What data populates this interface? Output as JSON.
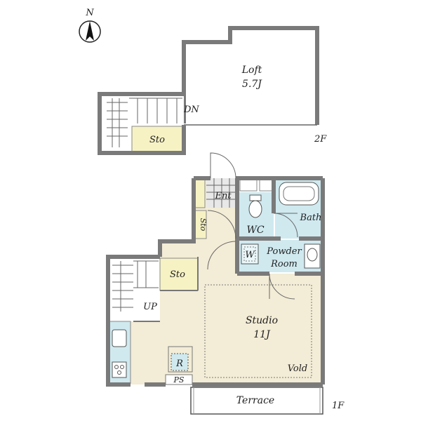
{
  "compass": {
    "letter": "N"
  },
  "floor2": {
    "floor_label": "2F",
    "loft_name": "Loft",
    "loft_size": "5.7J",
    "stairs_label": "DN",
    "storage_label": "Sto"
  },
  "floor1": {
    "floor_label": "1F",
    "entry_label": "Ent",
    "storage_small_label": "Sto",
    "wc_label": "WC",
    "bath_label": "Bath",
    "washer_label": "W",
    "powder_line1": "Powder",
    "powder_line2": "Room",
    "storage_label": "Sto",
    "stairs_label": "UP",
    "studio_name": "Studio",
    "studio_size": "11J",
    "void_label": "Vold",
    "fridge_label": "R",
    "ps_label": "PS",
    "terrace_label": "Terrace"
  },
  "colors": {
    "wall": "#8a8a8a",
    "floor_wood": "#f3ecd6",
    "storage": "#f6f2c4",
    "wet_area": "#cfe9ef",
    "loft_floor": "#ffffff",
    "entry_tile": "#e8e8e8"
  }
}
